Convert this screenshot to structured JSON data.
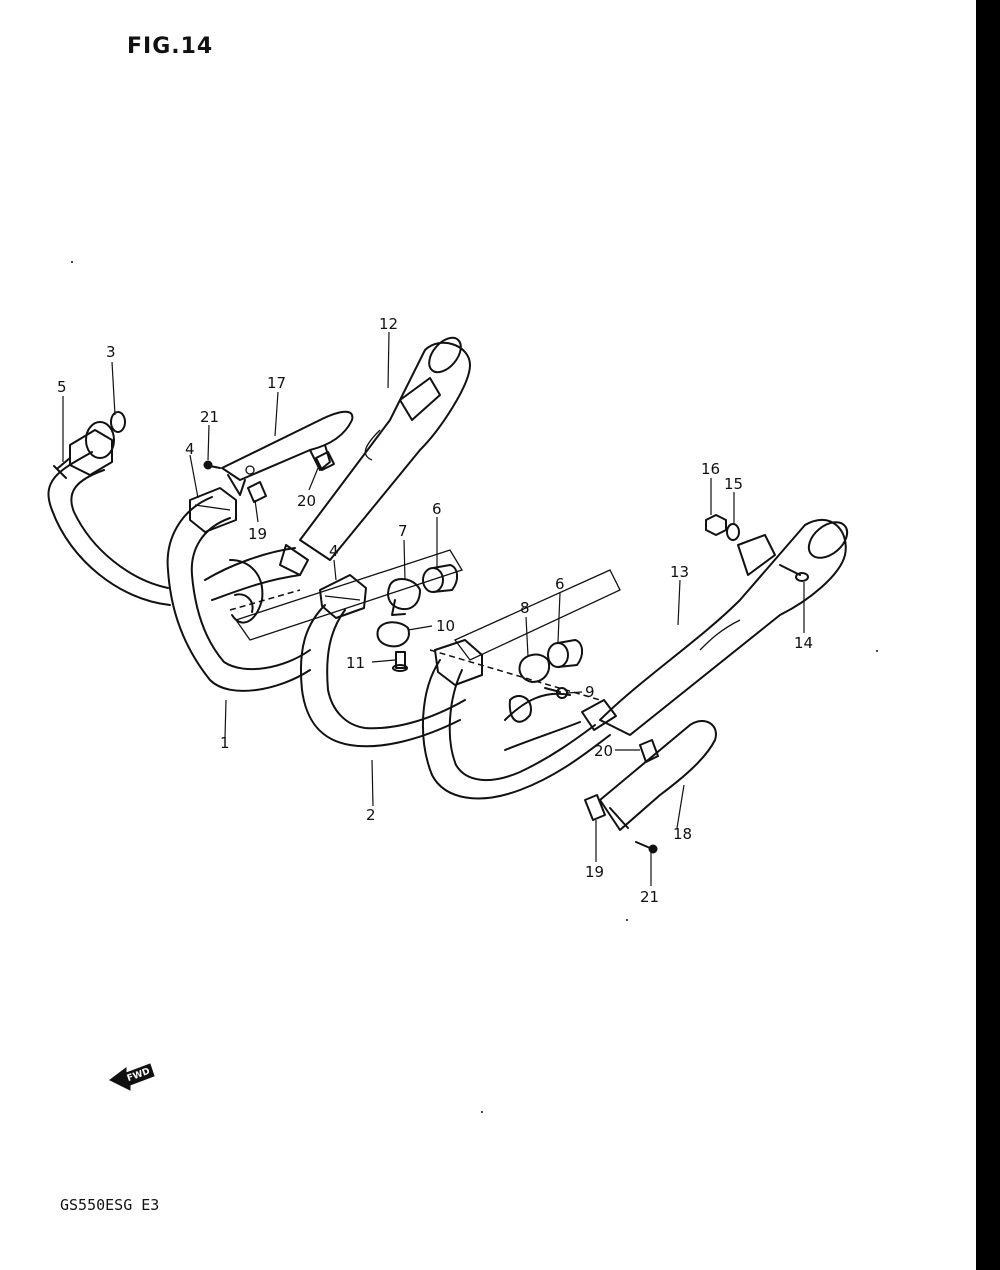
{
  "figure": {
    "title": "FIG.14",
    "model_code": "GS550ESG  E3",
    "fwd_label": "FWD"
  },
  "callouts": [
    {
      "id": "c1",
      "text": "1"
    },
    {
      "id": "c2",
      "text": "2"
    },
    {
      "id": "c3",
      "text": "3"
    },
    {
      "id": "c4a",
      "text": "4"
    },
    {
      "id": "c4b",
      "text": "4"
    },
    {
      "id": "c5",
      "text": "5"
    },
    {
      "id": "c6a",
      "text": "6"
    },
    {
      "id": "c6b",
      "text": "6"
    },
    {
      "id": "c7",
      "text": "7"
    },
    {
      "id": "c8",
      "text": "8"
    },
    {
      "id": "c9",
      "text": "9"
    },
    {
      "id": "c10",
      "text": "10"
    },
    {
      "id": "c11",
      "text": "11"
    },
    {
      "id": "c12",
      "text": "12"
    },
    {
      "id": "c13",
      "text": "13"
    },
    {
      "id": "c14",
      "text": "14"
    },
    {
      "id": "c15",
      "text": "15"
    },
    {
      "id": "c16",
      "text": "16"
    },
    {
      "id": "c17",
      "text": "17"
    },
    {
      "id": "c18",
      "text": "18"
    },
    {
      "id": "c19a",
      "text": "19"
    },
    {
      "id": "c19b",
      "text": "19"
    },
    {
      "id": "c20a",
      "text": "20"
    },
    {
      "id": "c20b",
      "text": "20"
    },
    {
      "id": "c21a",
      "text": "21"
    },
    {
      "id": "c21b",
      "text": "21"
    }
  ]
}
